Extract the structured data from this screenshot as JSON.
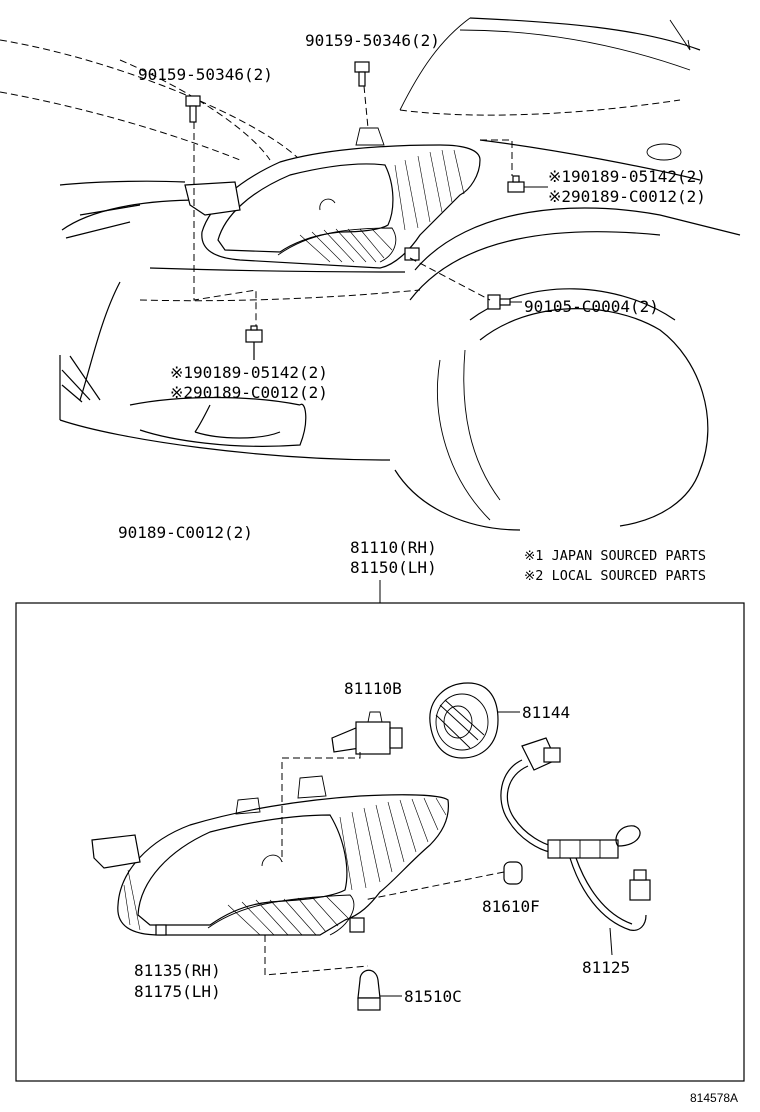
{
  "diagram": {
    "top_labels": {
      "bolt_upper_center": "90159-50346(2)",
      "bolt_upper_left": "90159-50346(2)",
      "screw_right_japan": "※190189-05142(2)",
      "screw_right_local": "※290189-C0012(2)",
      "bolt_right_lower": "90105-C0004(2)",
      "screw_left_japan": "※190189-05142(2)",
      "screw_left_local": "※290189-C0012(2)",
      "screw_plain": "90189-C0012(2)"
    },
    "assembly_labels": {
      "assy_rh": "81110(RH)",
      "assy_lh": "81150(LH)"
    },
    "notes": {
      "note1": "※1 JAPAN SOURCED PARTS",
      "note2": "※2 LOCAL SOURCED PARTS"
    },
    "part_labels": {
      "bulb": "81110B",
      "cover": "81144",
      "socket_bulb": "81610F",
      "wire": "81125",
      "unit_rh": "81135(RH)",
      "unit_lh": "81175(LH)",
      "amber_bulb": "81510C"
    },
    "drawing_code": "814578A"
  }
}
